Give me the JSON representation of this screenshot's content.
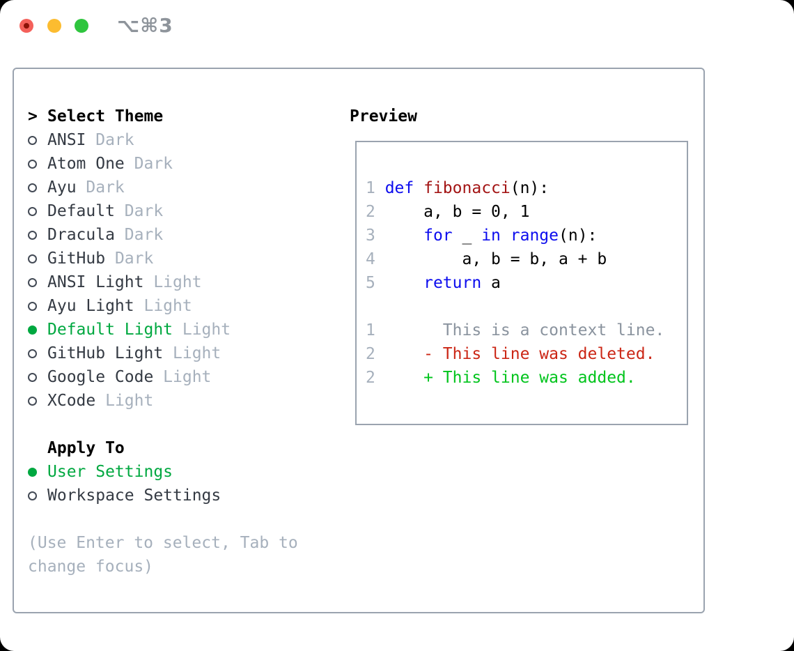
{
  "window": {
    "shortcut": "⌥⌘3"
  },
  "theme_list": {
    "cursor": ">",
    "title": "Select Theme",
    "items": [
      {
        "name": "ANSI",
        "variant": "Dark",
        "selected": false
      },
      {
        "name": "Atom One",
        "variant": "Dark",
        "selected": false
      },
      {
        "name": "Ayu",
        "variant": "Dark",
        "selected": false
      },
      {
        "name": "Default",
        "variant": "Dark",
        "selected": false
      },
      {
        "name": "Dracula",
        "variant": "Dark",
        "selected": false
      },
      {
        "name": "GitHub",
        "variant": "Dark",
        "selected": false
      },
      {
        "name": "ANSI Light",
        "variant": "Light",
        "selected": false
      },
      {
        "name": "Ayu Light",
        "variant": "Light",
        "selected": false
      },
      {
        "name": "Default Light",
        "variant": "Light",
        "selected": true
      },
      {
        "name": "GitHub Light",
        "variant": "Light",
        "selected": false
      },
      {
        "name": "Google Code",
        "variant": "Light",
        "selected": false
      },
      {
        "name": "XCode",
        "variant": "Light",
        "selected": false
      }
    ]
  },
  "apply_to": {
    "title": "Apply To",
    "options": [
      {
        "label": "User Settings",
        "selected": true
      },
      {
        "label": "Workspace Settings",
        "selected": false
      }
    ]
  },
  "hint_lines": [
    "(Use Enter to select, Tab to",
    "change focus)"
  ],
  "preview": {
    "title": "Preview",
    "lines": [
      [
        {
          "t": "1 ",
          "c": "num"
        },
        {
          "t": "def",
          "c": "kw"
        },
        {
          "t": " ",
          "c": "plain"
        },
        {
          "t": "fibonacci",
          "c": "fn"
        },
        {
          "t": "(n):",
          "c": "plain"
        }
      ],
      [
        {
          "t": "2 ",
          "c": "num"
        },
        {
          "t": "    a, b = 0, 1",
          "c": "plain"
        }
      ],
      [
        {
          "t": "3 ",
          "c": "num"
        },
        {
          "t": "    ",
          "c": "plain"
        },
        {
          "t": "for",
          "c": "kw"
        },
        {
          "t": " _ ",
          "c": "plain"
        },
        {
          "t": "in",
          "c": "kw"
        },
        {
          "t": " ",
          "c": "plain"
        },
        {
          "t": "range",
          "c": "kw"
        },
        {
          "t": "(n):",
          "c": "plain"
        }
      ],
      [
        {
          "t": "4 ",
          "c": "num"
        },
        {
          "t": "        a, b = b, a + b",
          "c": "plain"
        }
      ],
      [
        {
          "t": "5 ",
          "c": "num"
        },
        {
          "t": "    ",
          "c": "plain"
        },
        {
          "t": "return",
          "c": "kw"
        },
        {
          "t": " a",
          "c": "plain"
        }
      ],
      [
        {
          "t": "",
          "c": "plain"
        }
      ],
      [
        {
          "t": "1",
          "c": "num"
        },
        {
          "t": "       This is a context line.",
          "c": "ctx"
        }
      ],
      [
        {
          "t": "2",
          "c": "num"
        },
        {
          "t": "     - This line was deleted.",
          "c": "del"
        }
      ],
      [
        {
          "t": "2",
          "c": "num"
        },
        {
          "t": "     + This line was added.",
          "c": "add"
        }
      ]
    ]
  },
  "colors": {
    "selection_green": "#00a840",
    "diff_added_green": "#00c41c",
    "diff_deleted_red": "#cb2615",
    "keyword_blue": "#0c0cee",
    "function_name_red": "#a31515",
    "muted_gray": "#a6b0bc",
    "panel_border_gray": "#9aa3af",
    "traffic_light_red": "#f4605a",
    "traffic_light_yellow": "#fcbc30",
    "traffic_light_green": "#2fc53e"
  }
}
